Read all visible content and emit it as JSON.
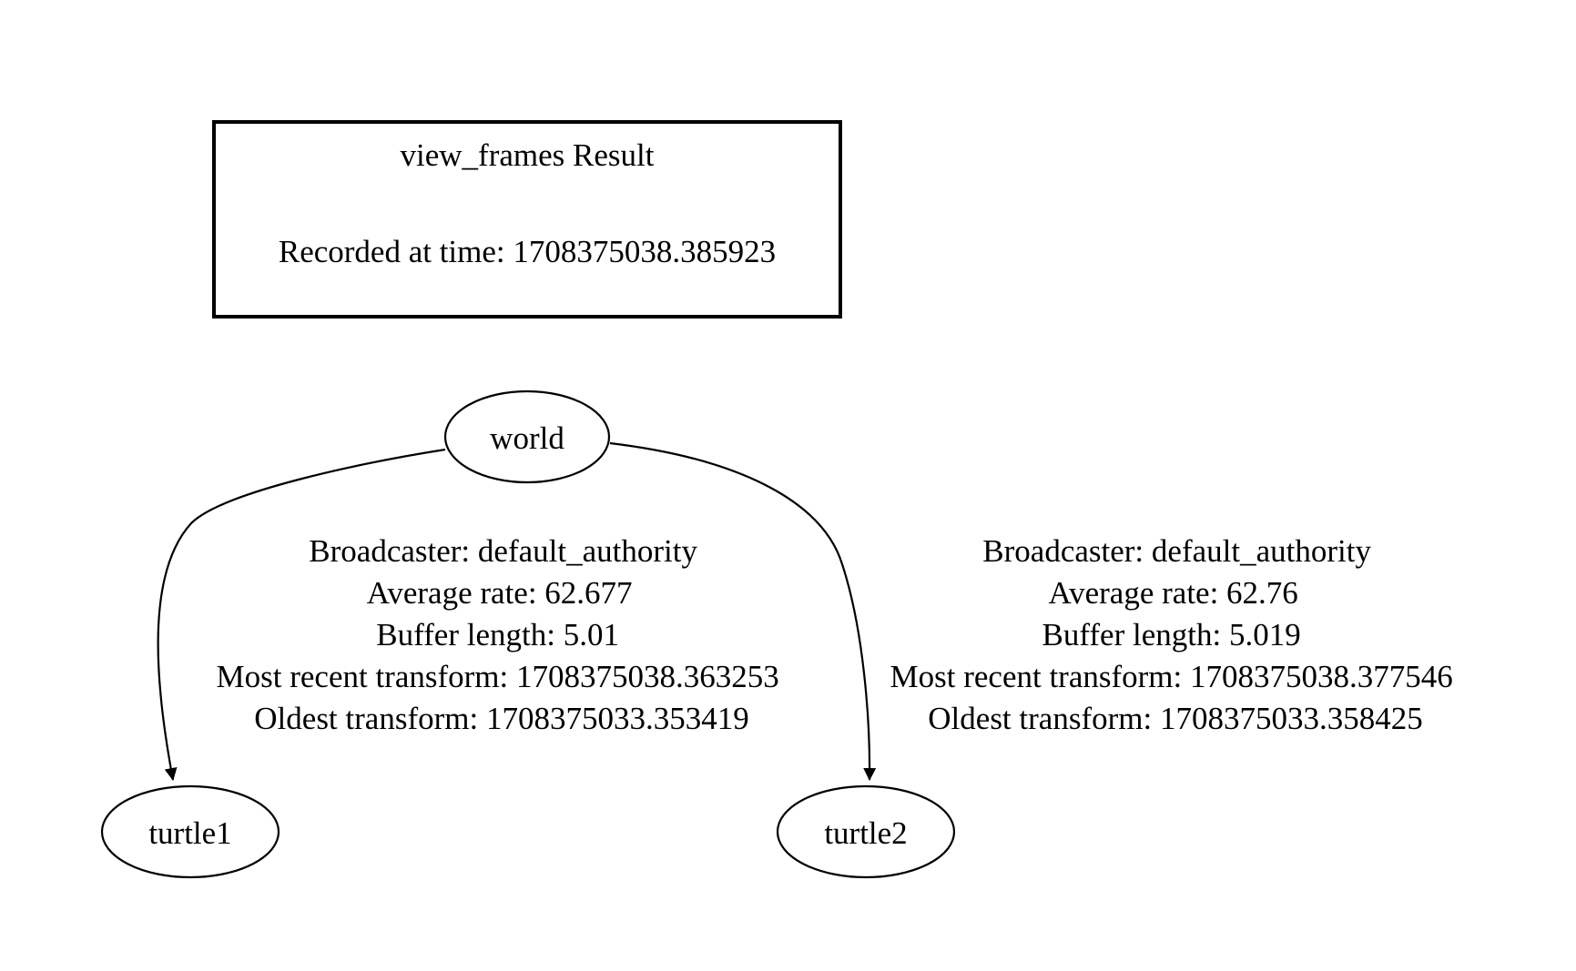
{
  "header": {
    "title": "view_frames Result",
    "recorded": "Recorded at time: 1708375038.385923"
  },
  "nodes": {
    "world": "world",
    "turtle1": "turtle1",
    "turtle2": "turtle2"
  },
  "edges": [
    {
      "from": "world",
      "to": "turtle1",
      "label": [
        "Broadcaster: default_authority",
        "Average rate: 62.677",
        "Buffer length: 5.01",
        "Most recent transform: 1708375038.363253",
        "Oldest transform: 1708375033.353419"
      ]
    },
    {
      "from": "world",
      "to": "turtle2",
      "label": [
        "Broadcaster: default_authority",
        "Average rate: 62.76",
        "Buffer length: 5.019",
        "Most recent transform: 1708375038.377546",
        "Oldest transform: 1708375033.358425"
      ]
    }
  ],
  "colors": {
    "stroke": "#000000",
    "text": "#000000",
    "background": "#ffffff"
  }
}
